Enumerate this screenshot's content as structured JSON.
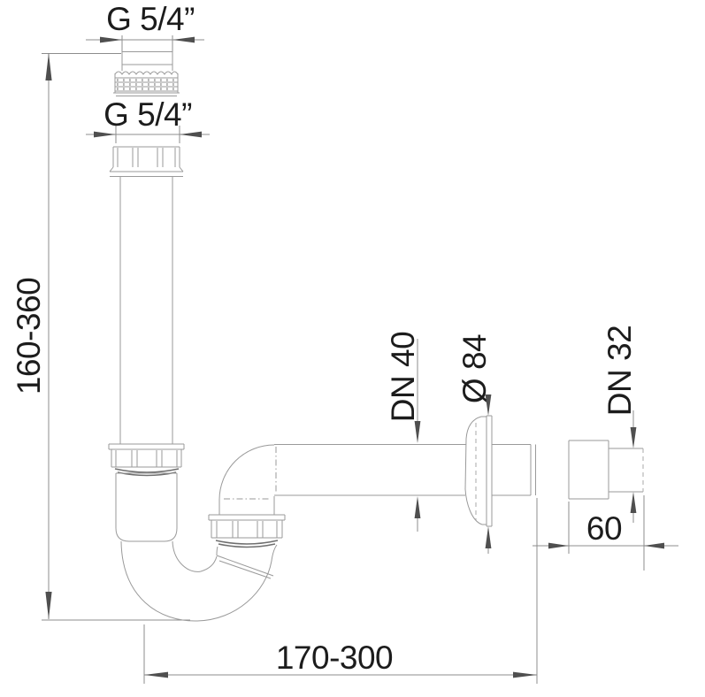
{
  "drawing": {
    "labels": {
      "thread_top": "G 5/4”",
      "thread_nut": "G 5/4”",
      "height_range": "160-360",
      "pipe_dn": "DN 40",
      "rosette_dia": "Ø 84",
      "wall_dn": "DN 32",
      "wall_depth": "60",
      "projection_range": "170-300"
    },
    "colors": {
      "background": "#ffffff",
      "part_line": "#9a9a9a",
      "dimension_line": "#8c8c8c",
      "arrow": "#4f4f4f",
      "text": "#1c1c1c"
    }
  }
}
